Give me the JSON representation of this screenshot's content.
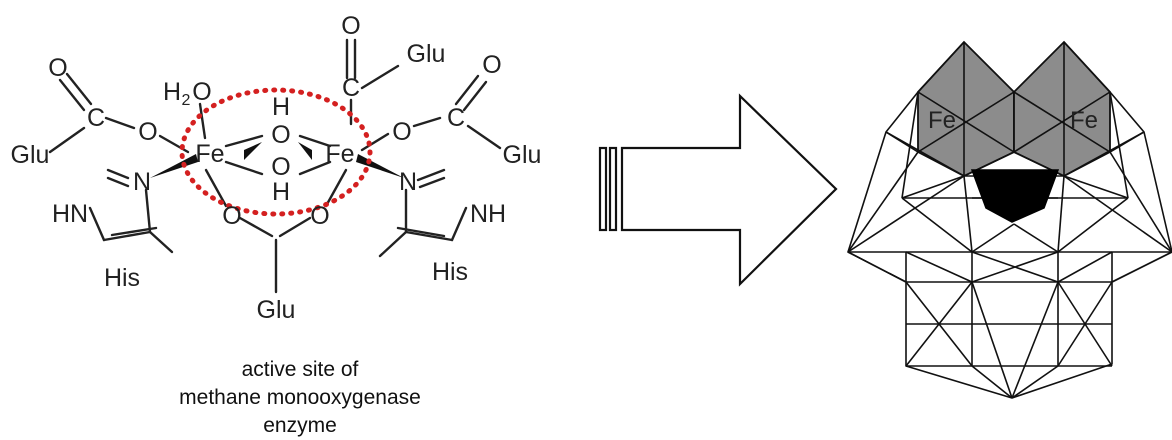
{
  "molecule": {
    "atoms": {
      "fe_left": "Fe",
      "fe_right": "Fe",
      "o_top": "O",
      "o_bottom": "O",
      "h_top": "H",
      "h_bottom": "H",
      "water": "H",
      "water_sub": "2",
      "water_o": "O",
      "glu_top_o": "O",
      "glu_top_c": "C",
      "glu_top_label": "Glu",
      "glu_left_o_dbl": "O",
      "glu_left_c": "C",
      "glu_left_label": "Glu",
      "glu_left_o": "O",
      "glu_right_o_dbl": "O",
      "glu_right_c": "C",
      "glu_right_label": "Glu",
      "glu_right_o": "O",
      "glu_bottom_o_left": "O",
      "glu_bottom_o_right": "O",
      "glu_bottom_label": "Glu",
      "his_left_n": "N",
      "his_left_hn": "HN",
      "his_left_label": "His",
      "his_right_n": "N",
      "his_right_nh": "NH",
      "his_right_label": "His"
    },
    "caption_line1": "active site of",
    "caption_line2": "methane monooxygenase enzyme",
    "highlight_color": "#d42020"
  },
  "polyhedral_model": {
    "fe_left": "Fe",
    "fe_right": "Fe",
    "fe_fill": "#8c8c8c",
    "core_fill": "#000000"
  }
}
